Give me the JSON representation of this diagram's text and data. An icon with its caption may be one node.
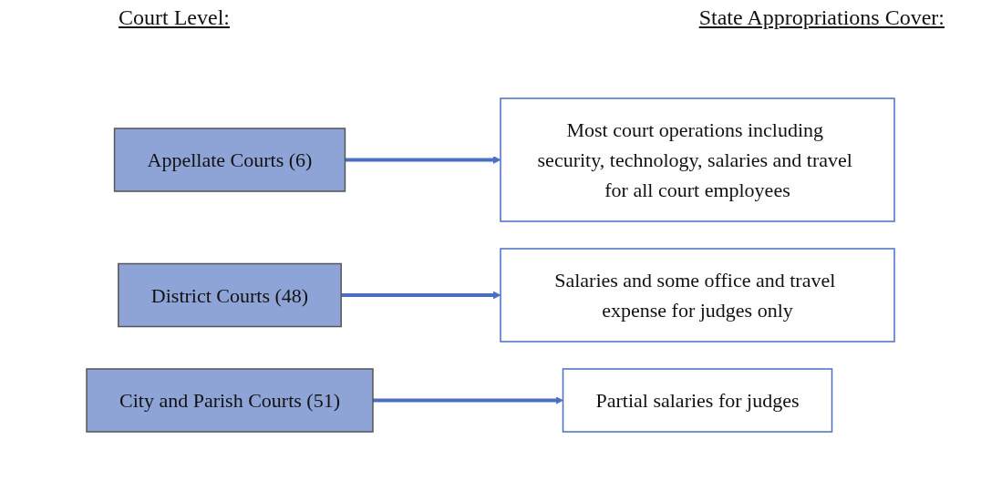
{
  "diagram": {
    "nodes": [
      {
        "text": [
          "Appellate Courts (6)"
        ]
      },
      {
        "text": [
          "Most court operations including security, technology, salaries and travel for all court employees"
        ]
      },
      {
        "text": [
          "District Courts (48)"
        ]
      },
      {
        "text": [
          "Salaries and some office and travel expense for judges only"
        ]
      },
      {
        "text": [
          "City and Parish Courts (51)"
        ]
      },
      {
        "text": [
          "Partial salaries for judges"
        ]
      }
    ],
    "edges": [
      {
        "from": 0,
        "to": 1,
        "arrow": "to"
      },
      {
        "from": 2,
        "to": 3,
        "arrow": "to"
      },
      {
        "from": 4,
        "to": 5,
        "arrow": "to"
      }
    ],
    "labels": [
      "Court Level:",
      "State Appropriations Cover:"
    ]
  }
}
